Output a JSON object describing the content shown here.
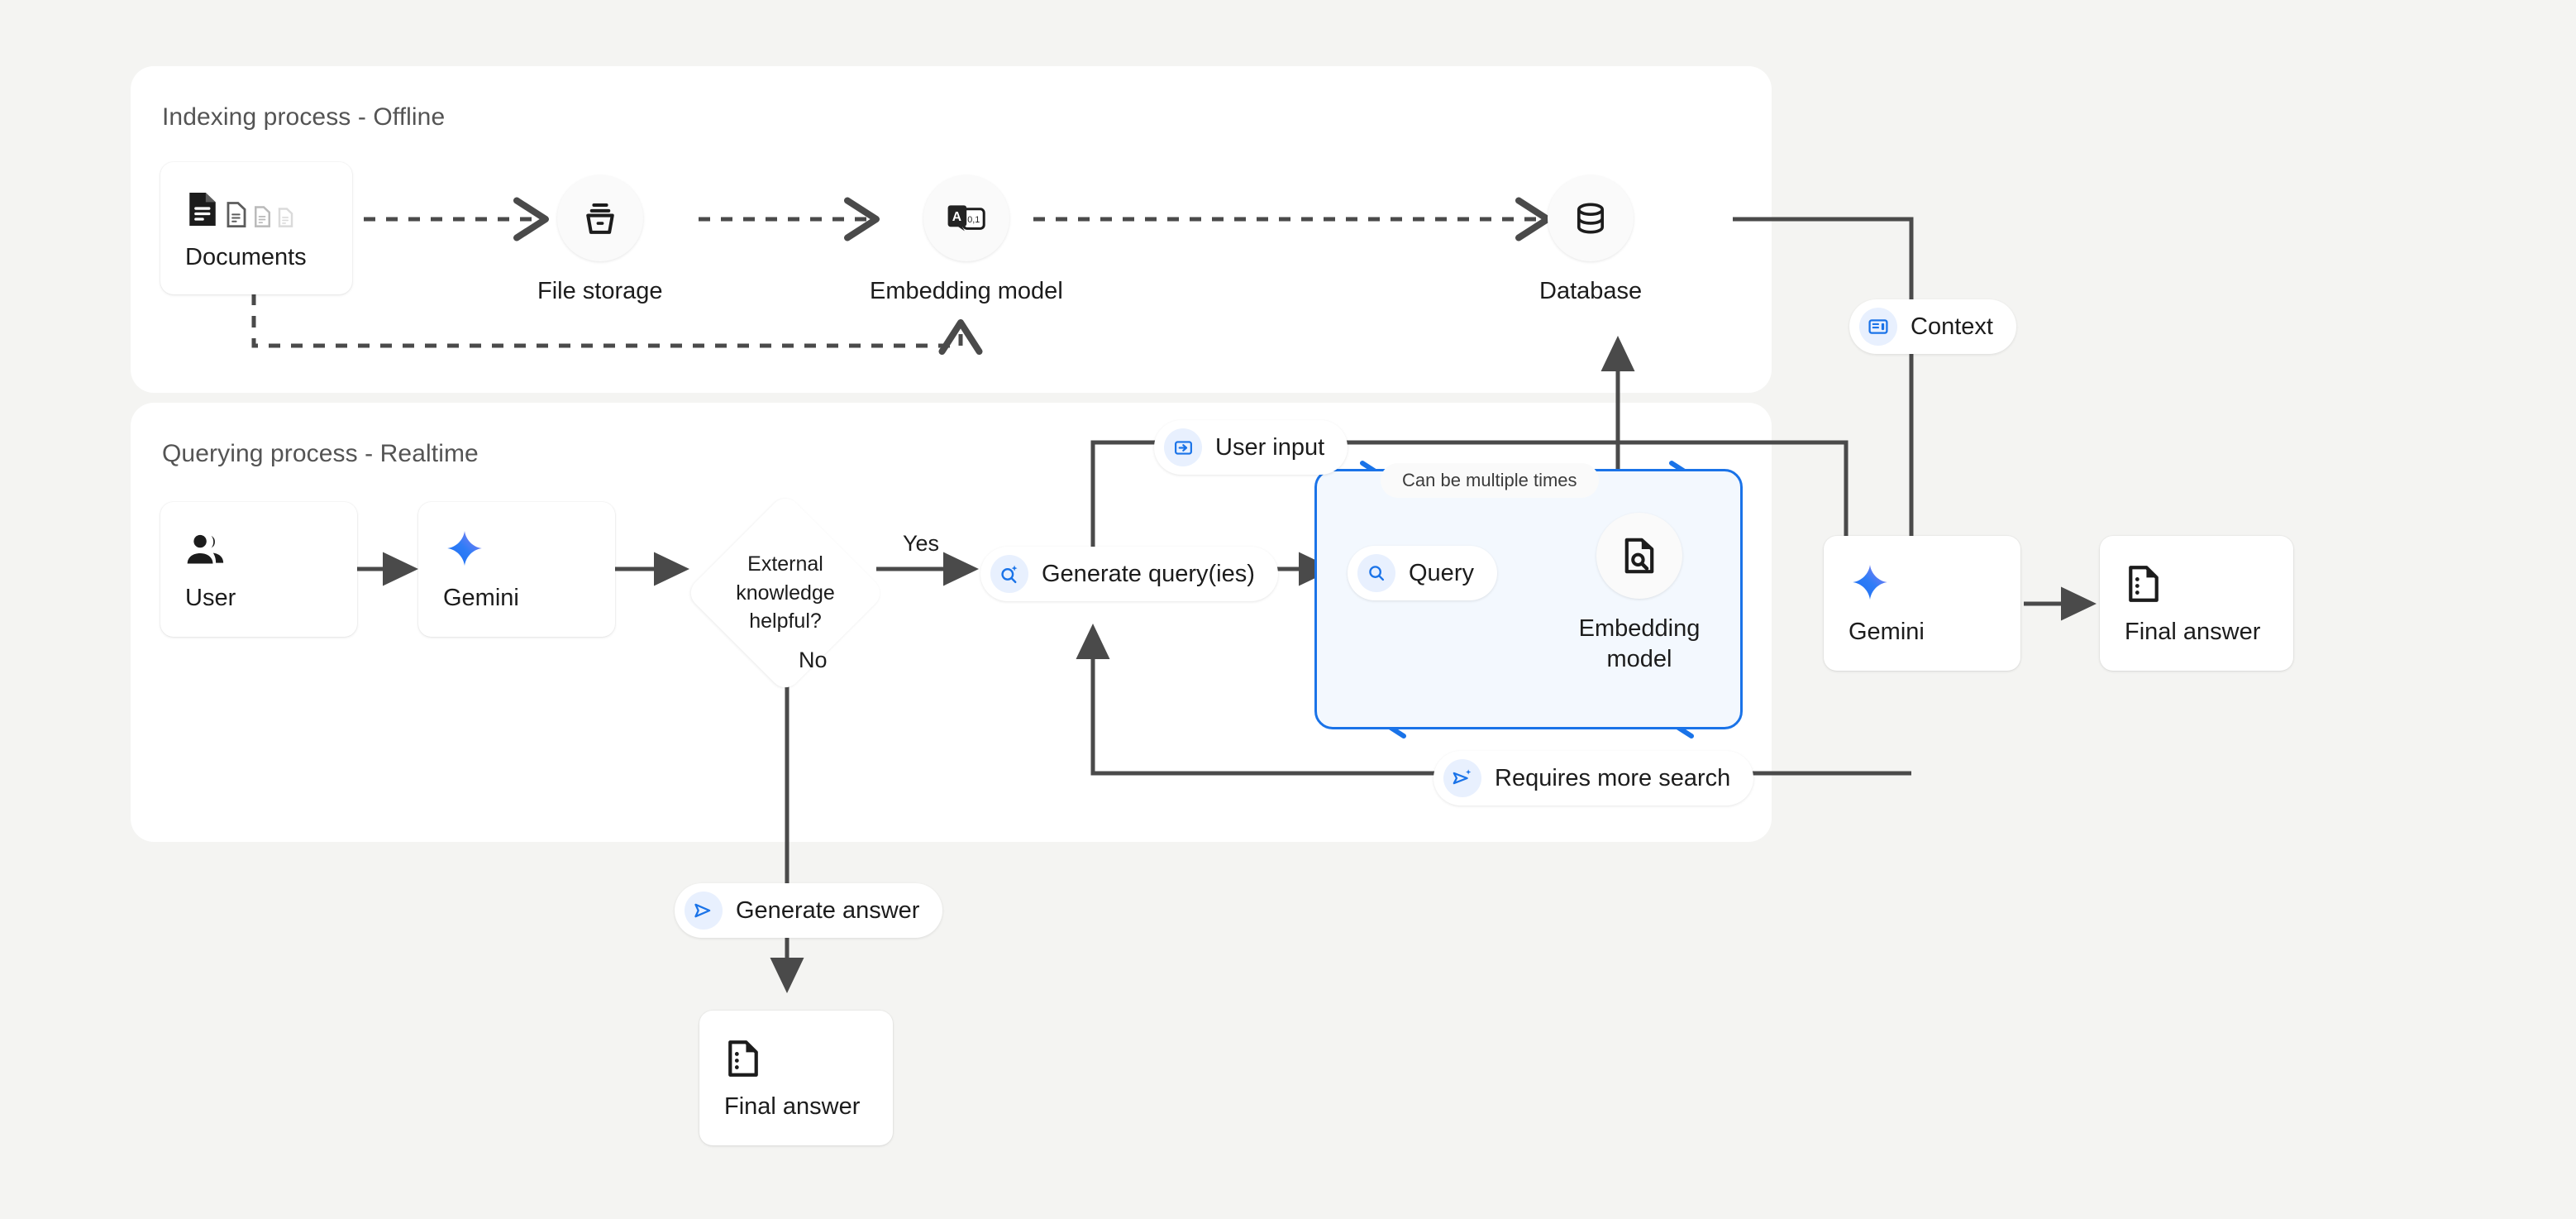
{
  "page": {
    "background_color": "#f4f4f2",
    "panel_color": "#ffffff",
    "accent_blue": "#1a73e8",
    "loop_fill": "#f3f8fe",
    "line_color": "#4a4a4a"
  },
  "indexing": {
    "title": "Indexing process - Offline",
    "nodes": [
      {
        "id": "documents",
        "label": "Documents",
        "icon": "documents-icon"
      },
      {
        "id": "file-storage",
        "label": "File storage",
        "icon": "archive-icon"
      },
      {
        "id": "embedding-model",
        "label": "Embedding model",
        "icon": "text-to-vector-icon"
      },
      {
        "id": "database",
        "label": "Database",
        "icon": "database-icon"
      }
    ]
  },
  "querying": {
    "title": "Querying process - Realtime",
    "nodes": [
      {
        "id": "user",
        "label": "User",
        "icon": "people-icon"
      },
      {
        "id": "gemini-left",
        "label": "Gemini",
        "icon": "gemini-sparkle-icon"
      },
      {
        "id": "gemini-right",
        "label": "Gemini",
        "icon": "gemini-sparkle-icon"
      },
      {
        "id": "final-answer-right",
        "label": "Final answer",
        "icon": "answer-doc-icon"
      },
      {
        "id": "final-answer-bottom",
        "label": "Final answer",
        "icon": "answer-doc-icon"
      },
      {
        "id": "embedding-model-query",
        "label": "Embedding model",
        "icon": "doc-search-icon"
      }
    ],
    "decision": {
      "id": "external-knowledge",
      "text": "External knowledge helpful?"
    },
    "branch_labels": {
      "yes": "Yes",
      "no": "No"
    },
    "loop_note": "Can be multiple times"
  },
  "pills": [
    {
      "id": "context",
      "label": "Context",
      "icon": "context-article-icon"
    },
    {
      "id": "user-input",
      "label": "User input",
      "icon": "login-arrow-icon"
    },
    {
      "id": "generate-queries",
      "label": "Generate query(ies)",
      "icon": "search-sparkle-icon"
    },
    {
      "id": "query",
      "label": "Query",
      "icon": "search-icon"
    },
    {
      "id": "requires-more-search",
      "label": "Requires more search",
      "icon": "send-sparkle-icon"
    },
    {
      "id": "generate-answer",
      "label": "Generate answer",
      "icon": "send-icon"
    }
  ]
}
